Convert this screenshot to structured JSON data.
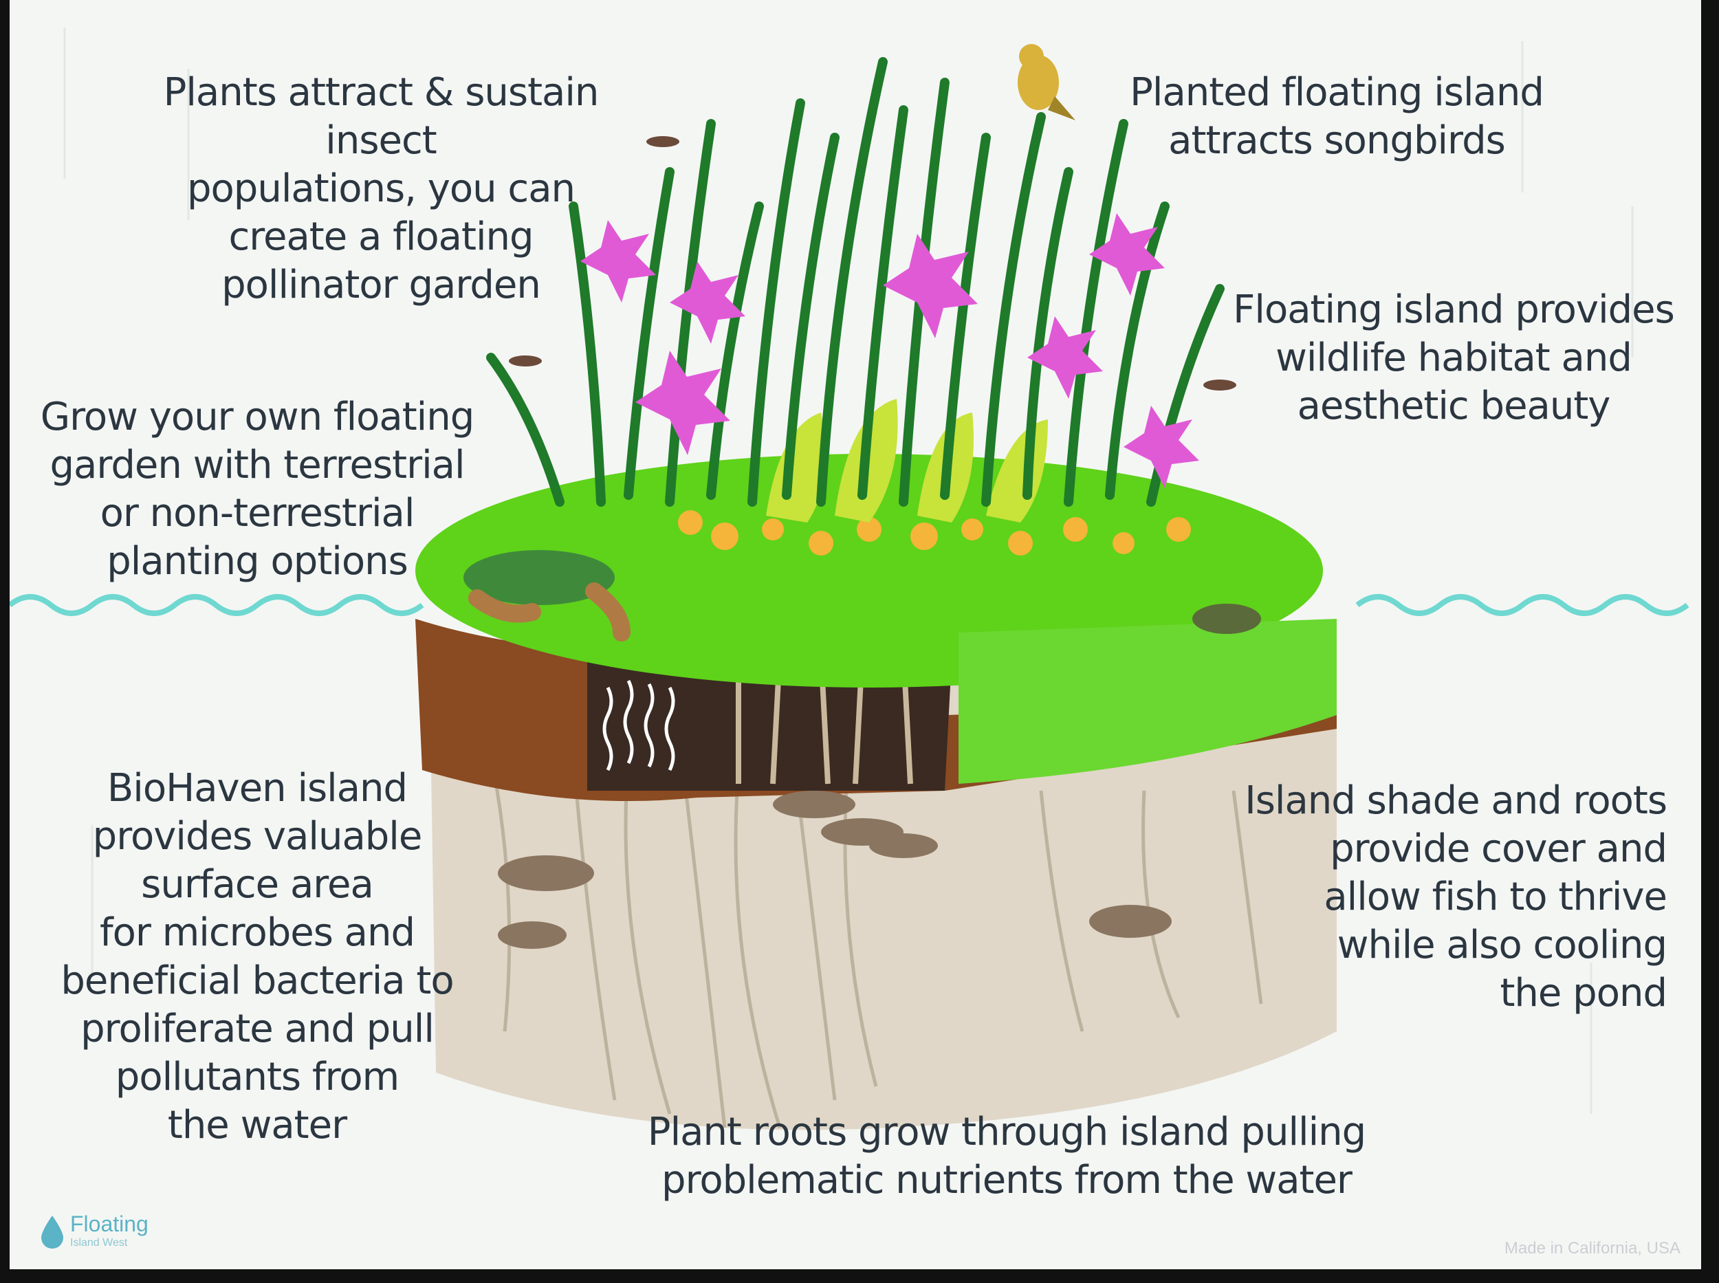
{
  "labels": {
    "pollinator": "Plants attract & sustain insect\npopulations, you can\ncreate a floating\npollinator garden",
    "songbirds": "Planted floating island\nattracts songbirds",
    "habitat": "Floating island provides\nwildlife habitat and\naesthetic beauty",
    "grow_garden": "Grow your own floating\ngarden with terrestrial\nor non-terrestrial\nplanting options",
    "biohaven": "BioHaven island\nprovides valuable\nsurface area\nfor microbes and\nbeneficial bacteria to\nproliferate and pull\npollutants from\nthe water",
    "shade": "Island shade and roots\nprovide cover and\nallow fish to thrive\nwhile also cooling\nthe pond",
    "roots": "Plant roots grow through island pulling\nproblematic nutrients from the water"
  },
  "brand": {
    "name": "Floating",
    "tagline": "Island West"
  },
  "footer": {
    "made_in": "Made in California, USA"
  },
  "colors": {
    "background": "#f4f6f4",
    "text": "#2b3640",
    "water_line": "#6fd8d0",
    "grass": "#5fd21a",
    "soil": "#8a4a22",
    "flower": "#e05ad6",
    "leaf_dark": "#1f7a2a"
  }
}
